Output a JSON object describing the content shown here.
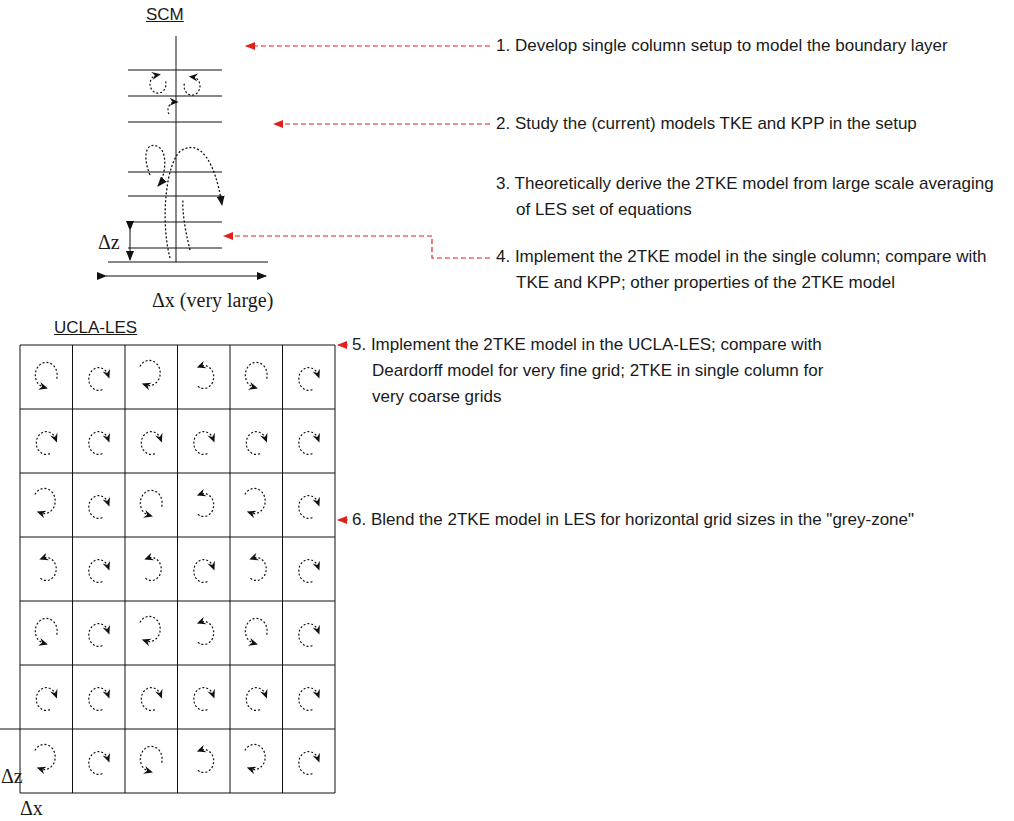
{
  "diagram": {
    "labels": [
      "SCM",
      "1. Develop single column setup to model the boundary layer",
      "2. Study the (current) models TKE and KPP in the setup",
      "3. Theoretically derive the 2TKE model from large scale averaging of LES set of equations",
      "4. Implement the 2TKE model in the single column; compare with TKE and KPP; other properties of the 2TKE model",
      "Δz",
      "Δx (very large)",
      "UCLA-LES",
      "5. Implement the 2TKE model in the UCLA-LES; compare with Deardorff model for very fine grid; 2TKE in single column for very coarse grids",
      "6. Blend the 2TKE model in LES for horizontal grid sizes in the \"grey-zone\"",
      "Δz",
      "Δx"
    ]
  }
}
